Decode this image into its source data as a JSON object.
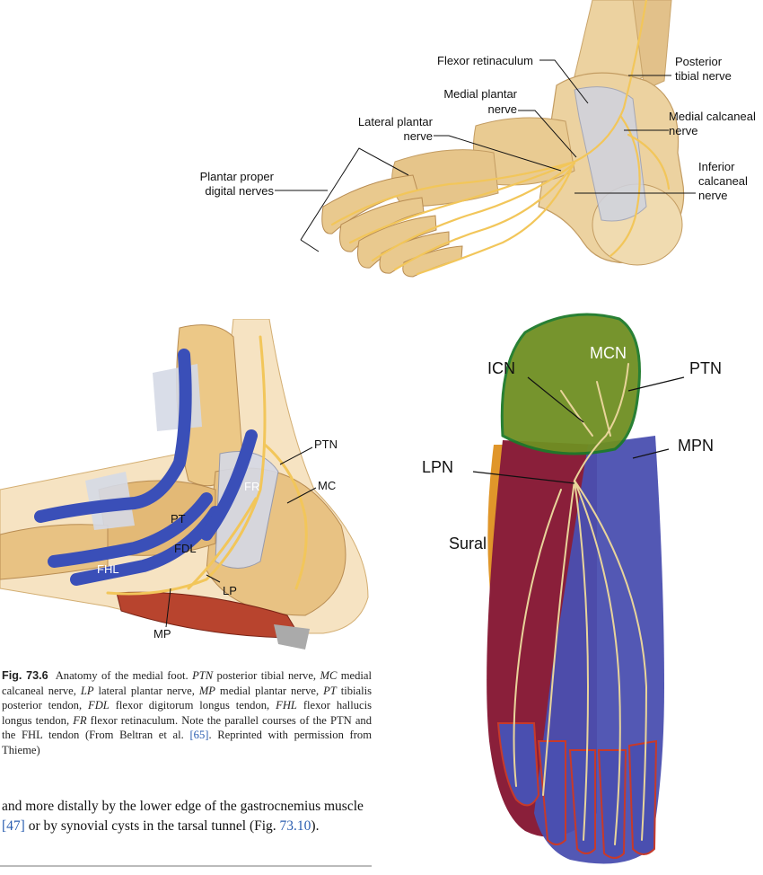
{
  "top_figure": {
    "labels": {
      "flexor_retinaculum": "Flexor retinaculum",
      "posterior_tibial_1": "Posterior",
      "posterior_tibial_2": "tibial nerve",
      "medial_plantar_1": "Medial plantar",
      "medial_plantar_2": "nerve",
      "medial_calcaneal_1": "Medial calcaneal",
      "medial_calcaneal_2": "nerve",
      "lateral_plantar_1": "Lateral plantar",
      "lateral_plantar_2": "nerve",
      "inferior_calcaneal_1": "Inferior",
      "inferior_calcaneal_2": "calcaneal",
      "inferior_calcaneal_3": "nerve",
      "plantar_proper_1": "Plantar proper",
      "plantar_proper_2": "digital nerves"
    }
  },
  "left_figure": {
    "labels": {
      "ptn": "PTN",
      "mc": "MC",
      "fr": "FR",
      "pt": "PT",
      "fdl": "FDL",
      "fhl": "FHL",
      "lp": "LP",
      "mp": "MP"
    }
  },
  "right_figure": {
    "labels": {
      "icn": "ICN",
      "mcn": "MCN",
      "ptn": "PTN",
      "mpn": "MPN",
      "lpn": "LPN",
      "sural": "Sural"
    }
  },
  "caption": {
    "fig_label": "Fig. 73.6",
    "t1": "Anatomy of the medial foot. ",
    "a1": "PTN",
    "t2": " posterior tibial nerve, ",
    "a2": "MC",
    "t3": " medial calcaneal nerve, ",
    "a3": "LP",
    "t4": " lateral plantar nerve, ",
    "a4": "MP",
    "t5": " medial plantar nerve, ",
    "a5": "PT",
    "t6": " tibialis posterior tendon, ",
    "a6": "FDL",
    "t7": " flexor digitorum longus tendon, ",
    "a7": "FHL",
    "t8": " flexor hallucis longus tendon, ",
    "a8": "FR",
    "t9": " flexor retinaculum. Note the parallel courses of the PTN and the FHL tendon (From Beltran et al. ",
    "ref": "[65]",
    "t10": ". Reprinted with permission from Thieme)"
  },
  "body": {
    "t1": "and more distally by the lower edge of the gastrocnemius muscle ",
    "ref1": "[47]",
    "t2": " or by synovial cysts in the tarsal tunnel (Fig. ",
    "ref2": "73.10",
    "t3": ")."
  },
  "colors": {
    "bone": "#e9c98e",
    "nerve": "#f2c65a",
    "tendon_blue": "#3a4fb8",
    "retinaculum": "#c9ccd8",
    "muscle_red": "#b8442e",
    "green_region": "#6f8f22",
    "lpn_region": "#8a1f3a",
    "mpn_region": "#4a4fb0",
    "sural_region": "#e0962a"
  }
}
